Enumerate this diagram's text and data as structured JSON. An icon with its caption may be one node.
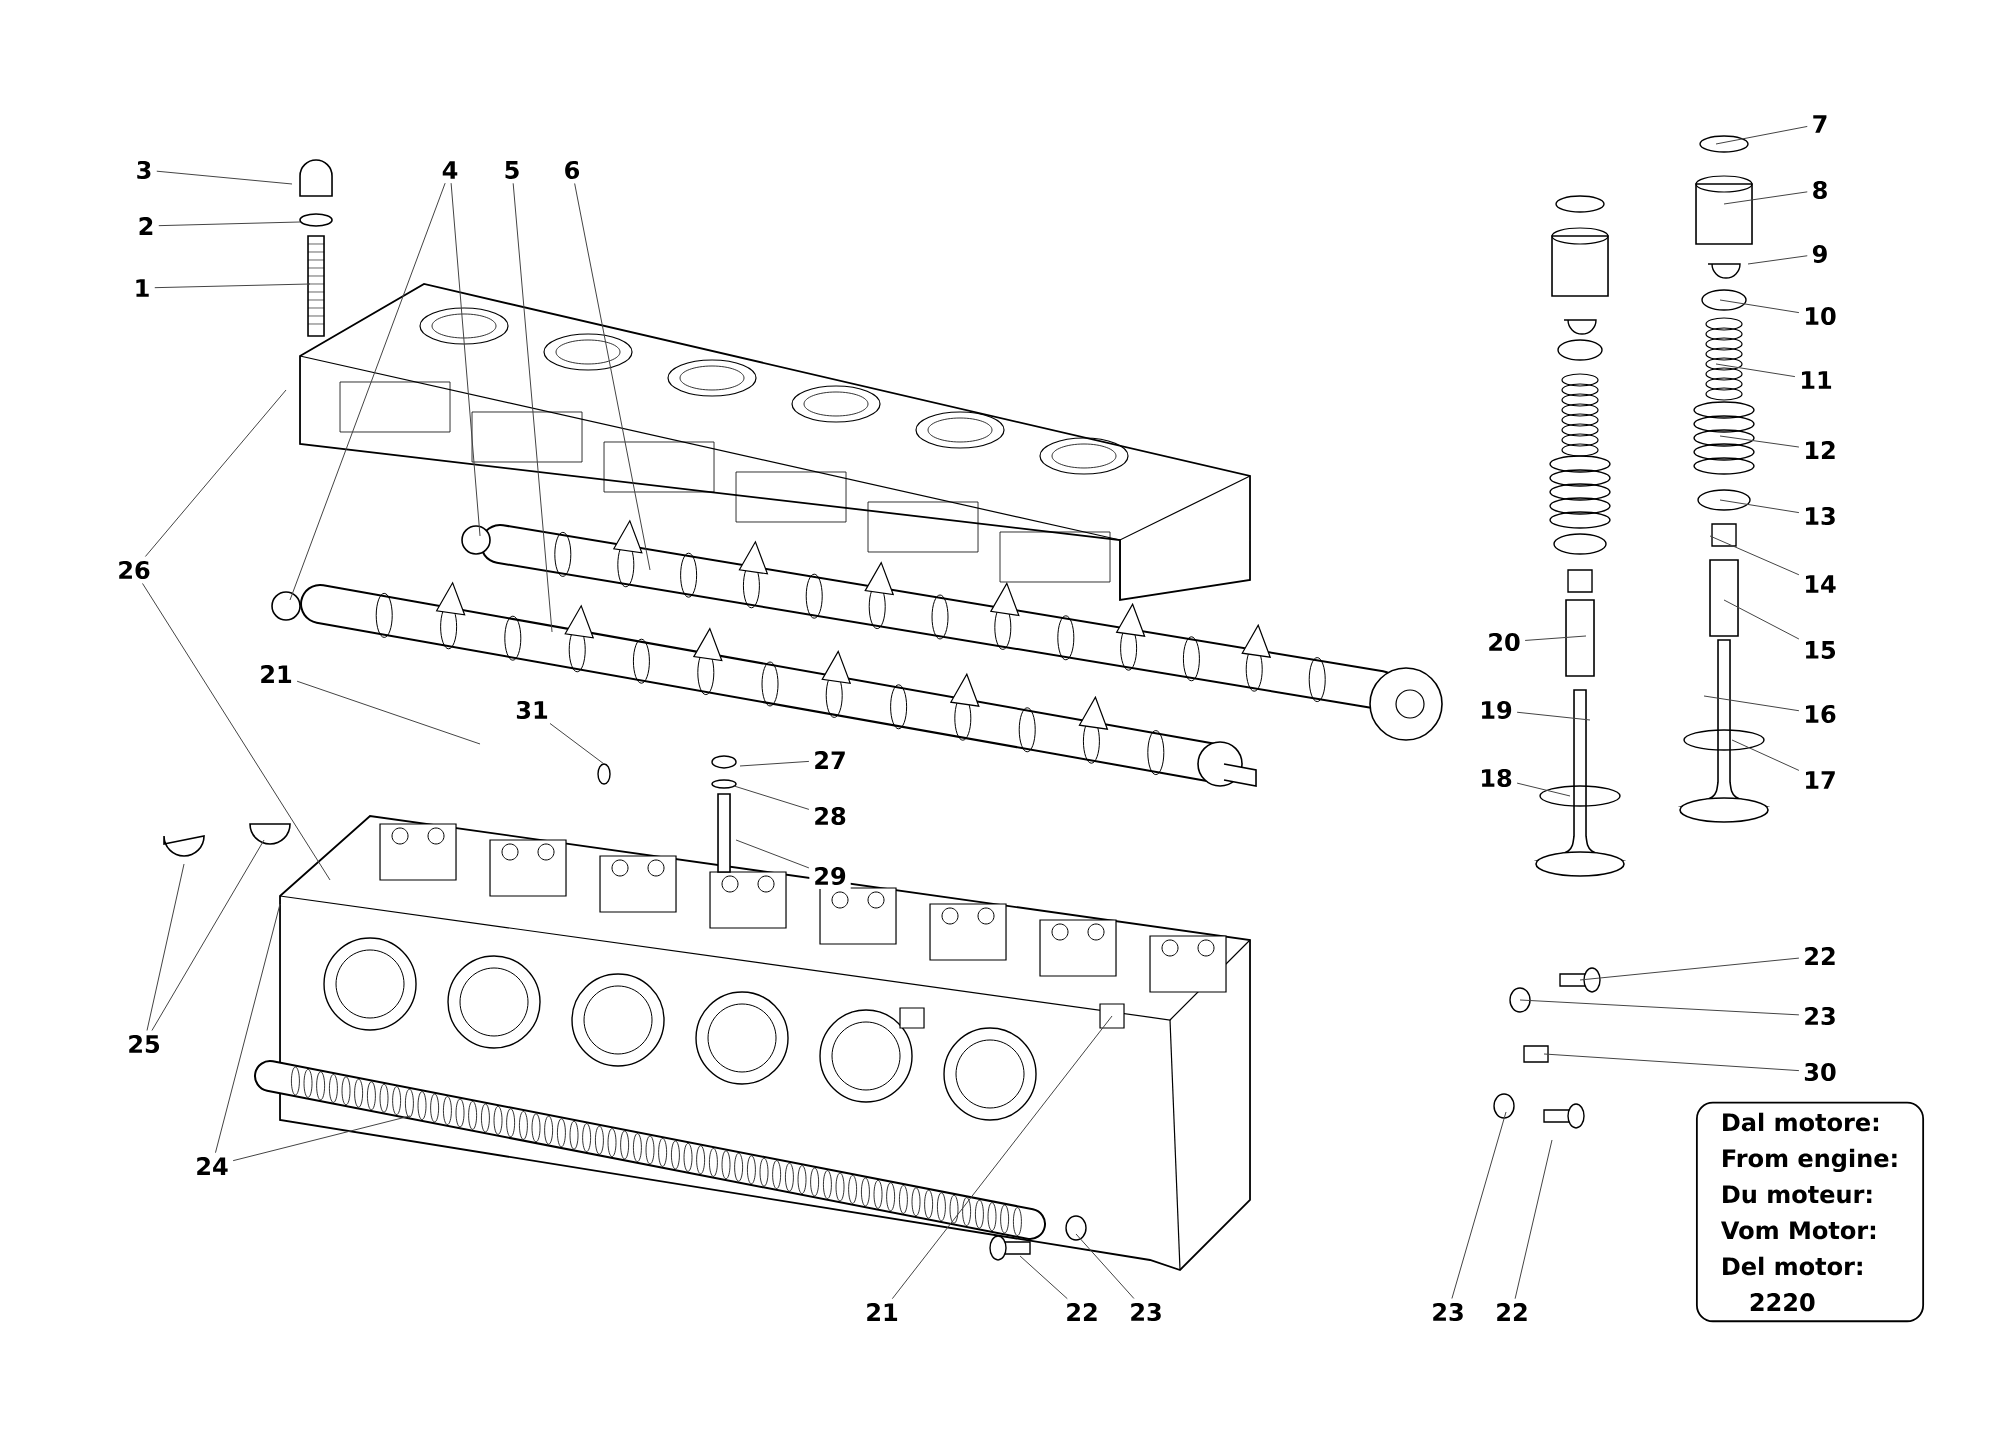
{
  "diagram": {
    "nodes": [
      {
        "text": [
          "3"
        ]
      },
      {
        "text": [
          "2"
        ]
      },
      {
        "text": [
          "1"
        ]
      },
      {
        "text": [
          "4"
        ]
      },
      {
        "text": [
          "5"
        ]
      },
      {
        "text": [
          "6"
        ]
      },
      {
        "text": [
          "7"
        ]
      },
      {
        "text": [
          "8"
        ]
      },
      {
        "text": [
          "9"
        ]
      },
      {
        "text": [
          "10"
        ]
      },
      {
        "text": [
          "11"
        ]
      },
      {
        "text": [
          "12"
        ]
      },
      {
        "text": [
          "13"
        ]
      },
      {
        "text": [
          "14"
        ]
      },
      {
        "text": [
          "15"
        ]
      },
      {
        "text": [
          "16"
        ]
      },
      {
        "text": [
          "17"
        ]
      },
      {
        "text": [
          "20"
        ]
      },
      {
        "text": [
          "19"
        ]
      },
      {
        "text": [
          "18"
        ]
      },
      {
        "text": [
          "26"
        ]
      },
      {
        "text": [
          "21"
        ]
      },
      {
        "text": [
          "31"
        ]
      },
      {
        "text": [
          "27"
        ]
      },
      {
        "text": [
          "28"
        ]
      },
      {
        "text": [
          "29"
        ]
      },
      {
        "text": [
          "25"
        ]
      },
      {
        "text": [
          "24"
        ]
      },
      {
        "text": [
          "22"
        ]
      },
      {
        "text": [
          "23"
        ]
      },
      {
        "text": [
          "30"
        ]
      },
      {
        "text": [
          "21"
        ]
      },
      {
        "text": [
          "22"
        ]
      },
      {
        "text": [
          "23"
        ]
      },
      {
        "text": [
          "23"
        ]
      },
      {
        "text": [
          "22"
        ]
      },
      {
        "text": [
          "Dal motore:",
          "From engine:",
          "Du moteur:",
          "Vom Motor:",
          "Del motor:",
          "2220"
        ]
      }
    ],
    "edges": [
      {
        "from": 0,
        "to": null,
        "arrow": "none"
      },
      {
        "from": 1,
        "to": null,
        "arrow": "none"
      },
      {
        "from": 2,
        "to": null,
        "arrow": "none"
      },
      {
        "from": 3,
        "to": null,
        "arrow": "none"
      },
      {
        "from": 3,
        "to": null,
        "arrow": "none"
      },
      {
        "from": 4,
        "to": null,
        "arrow": "none"
      },
      {
        "from": 5,
        "to": null,
        "arrow": "none"
      },
      {
        "from": 6,
        "to": null,
        "arrow": "none"
      },
      {
        "from": 7,
        "to": null,
        "arrow": "none"
      },
      {
        "from": 8,
        "to": null,
        "arrow": "none"
      },
      {
        "from": 9,
        "to": null,
        "arrow": "none"
      },
      {
        "from": 10,
        "to": null,
        "arrow": "none"
      },
      {
        "from": 11,
        "to": null,
        "arrow": "none"
      },
      {
        "from": 12,
        "to": null,
        "arrow": "none"
      },
      {
        "from": 13,
        "to": null,
        "arrow": "none"
      },
      {
        "from": 14,
        "to": null,
        "arrow": "none"
      },
      {
        "from": 15,
        "to": null,
        "arrow": "none"
      },
      {
        "from": 16,
        "to": null,
        "arrow": "none"
      },
      {
        "from": 17,
        "to": null,
        "arrow": "none"
      },
      {
        "from": 18,
        "to": null,
        "arrow": "none"
      },
      {
        "from": 19,
        "to": null,
        "arrow": "none"
      },
      {
        "from": 20,
        "to": null,
        "arrow": "none"
      },
      {
        "from": 20,
        "to": null,
        "arrow": "none"
      },
      {
        "from": 21,
        "to": null,
        "arrow": "none"
      },
      {
        "from": 22,
        "to": null,
        "arrow": "none"
      },
      {
        "from": 23,
        "to": null,
        "arrow": "none"
      },
      {
        "from": 24,
        "to": null,
        "arrow": "none"
      },
      {
        "from": 25,
        "to": null,
        "arrow": "none"
      },
      {
        "from": 26,
        "to": null,
        "arrow": "none"
      },
      {
        "from": 26,
        "to": null,
        "arrow": "none"
      },
      {
        "from": 27,
        "to": null,
        "arrow": "none"
      },
      {
        "from": 27,
        "to": null,
        "arrow": "none"
      },
      {
        "from": 28,
        "to": null,
        "arrow": "none"
      },
      {
        "from": 29,
        "to": null,
        "arrow": "none"
      },
      {
        "from": 30,
        "to": null,
        "arrow": "none"
      },
      {
        "from": 31,
        "to": null,
        "arrow": "none"
      },
      {
        "from": 32,
        "to": null,
        "arrow": "none"
      },
      {
        "from": 33,
        "to": null,
        "arrow": "none"
      },
      {
        "from": 34,
        "to": null,
        "arrow": "none"
      },
      {
        "from": 35,
        "to": null,
        "arrow": "none"
      }
    ]
  }
}
